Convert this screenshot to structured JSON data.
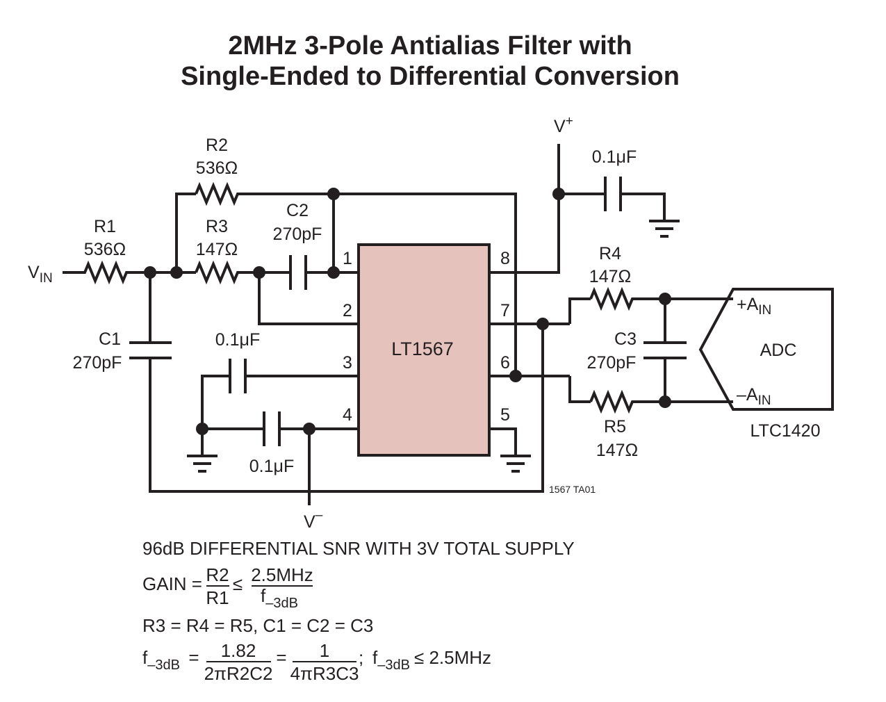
{
  "title": {
    "line1": "2MHz 3-Pole Antialias Filter with",
    "line2": "Single-Ended to Differential Conversion"
  },
  "components": {
    "r1": {
      "name": "R1",
      "value": "536Ω"
    },
    "r2": {
      "name": "R2",
      "value": "536Ω"
    },
    "r3": {
      "name": "R3",
      "value": "147Ω"
    },
    "r4": {
      "name": "R4",
      "value": "147Ω"
    },
    "r5": {
      "name": "R5",
      "value": "147Ω"
    },
    "c1": {
      "name": "C1",
      "value": "270pF"
    },
    "c2": {
      "name": "C2",
      "value": "270pF"
    },
    "c3": {
      "name": "C3",
      "value": "270pF"
    },
    "cap_vplus": "0.1μF",
    "cap_pin3": "0.1μF",
    "cap_pin4": "0.1μF"
  },
  "ic": {
    "name": "LT1567",
    "pins": [
      "1",
      "2",
      "3",
      "4",
      "5",
      "6",
      "7",
      "8"
    ]
  },
  "adc": {
    "label": "ADC",
    "part": "LTC1420",
    "in_plus_prefix": "+A",
    "in_minus_prefix": "–A",
    "in_sub": "IN"
  },
  "supplies": {
    "vin": "V",
    "vin_sub": "IN",
    "vplus": "V",
    "vplus_sup": "+",
    "vminus": "V",
    "vminus_sup": "–"
  },
  "figure_id": "1567 TA01",
  "notes": {
    "snr": "96dB DIFFERENTIAL SNR WITH 3V TOTAL SUPPLY",
    "gain_prefix": "GAIN =",
    "gain_num": "R2",
    "gain_den": "R1",
    "gain_le": "≤",
    "gain_num2": "2.5MHz",
    "gain_den2_main": "f",
    "gain_den2_sub": "–3dB",
    "equal": "R3 = R4 = R5, C1 = C2 = C3",
    "f_main": "f",
    "f_sub": "–3dB",
    "eq1": "=",
    "frac1_num": "1.82",
    "frac1_den": "2πR2C2",
    "eq2": "=",
    "frac2_num": "1",
    "frac2_den": "4πR3C3",
    "semicolon": ";",
    "f2_main": "f",
    "f2_sub": "–3dB",
    "f2_tail": "≤ 2.5MHz"
  }
}
